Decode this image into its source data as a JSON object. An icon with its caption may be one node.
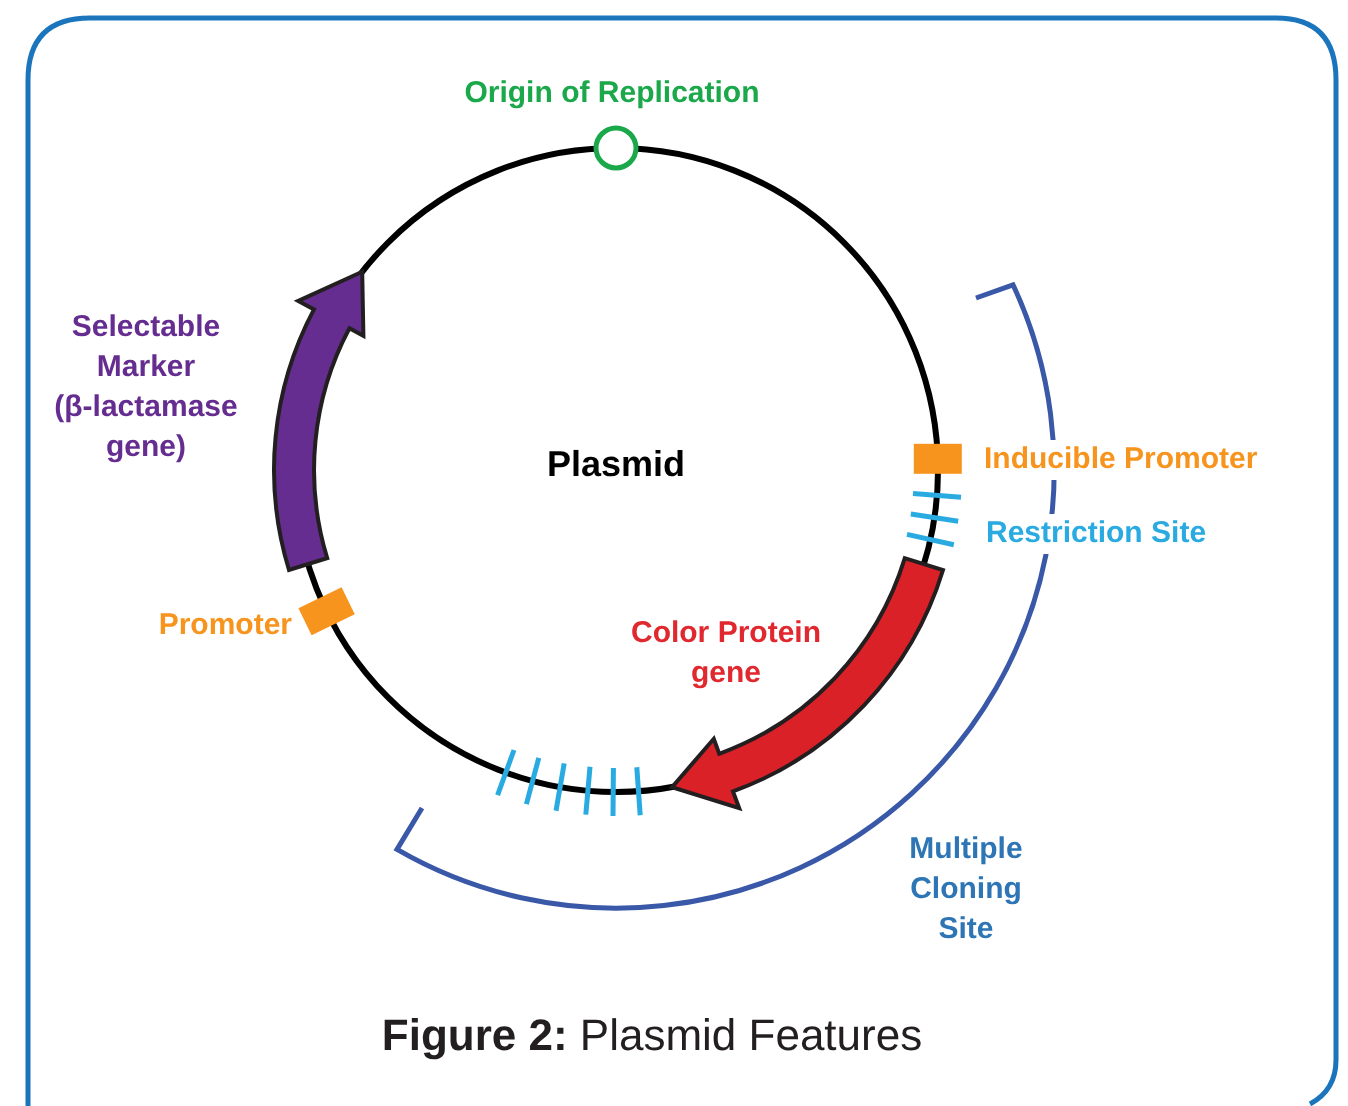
{
  "diagram": {
    "caption": "**Figure 2:** Plasmid Features",
    "nodes": [
      {
        "text": [
          "Plasmid"
        ]
      }
    ],
    "labels": [
      "Origin of Replication",
      "Selectable Marker (β-lactamase gene)",
      "Inducible Promoter",
      "Restriction Site",
      "Promoter",
      "Color Protein gene",
      "Multiple Cloning Site"
    ]
  }
}
